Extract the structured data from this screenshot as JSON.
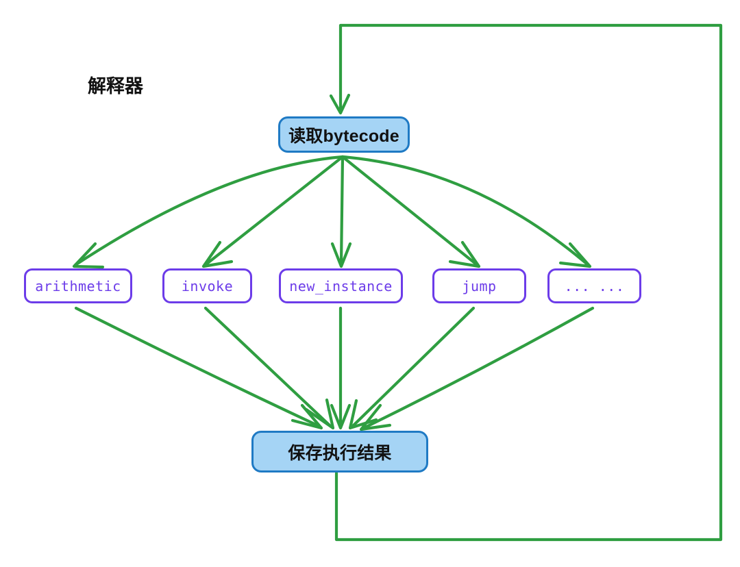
{
  "diagram": {
    "title": "解释器",
    "background": "#ffffff",
    "colors": {
      "arrow": "#2f9e41",
      "process_fill": "#a5d4f5",
      "process_border": "#1f7ac4",
      "op_border": "#6c3ce9",
      "op_text": "#6c3ce9",
      "text": "#111111"
    },
    "nodes": {
      "read_bytecode": {
        "label": "读取bytecode",
        "shape": "rounded-rect",
        "type": "process"
      },
      "save_result": {
        "label": "保存执行结果",
        "shape": "rounded-rect",
        "type": "process"
      },
      "operations": [
        {
          "label": "arithmetic",
          "shape": "rounded-rect",
          "type": "opcode"
        },
        {
          "label": "invoke",
          "shape": "rounded-rect",
          "type": "opcode"
        },
        {
          "label": "new_instance",
          "shape": "rounded-rect",
          "type": "opcode"
        },
        {
          "label": "jump",
          "shape": "rounded-rect",
          "type": "opcode"
        },
        {
          "label": "... ...",
          "shape": "rounded-rect",
          "type": "opcode"
        }
      ]
    },
    "edges": [
      {
        "from": "read_bytecode",
        "to": "arithmetic"
      },
      {
        "from": "read_bytecode",
        "to": "invoke"
      },
      {
        "from": "read_bytecode",
        "to": "new_instance"
      },
      {
        "from": "read_bytecode",
        "to": "jump"
      },
      {
        "from": "read_bytecode",
        "to": "... ..."
      },
      {
        "from": "arithmetic",
        "to": "save_result"
      },
      {
        "from": "invoke",
        "to": "save_result"
      },
      {
        "from": "new_instance",
        "to": "save_result"
      },
      {
        "from": "jump",
        "to": "save_result"
      },
      {
        "from": "... ...",
        "to": "save_result"
      },
      {
        "from": "save_result",
        "to": "read_bytecode",
        "style": "loop-back"
      }
    ]
  }
}
